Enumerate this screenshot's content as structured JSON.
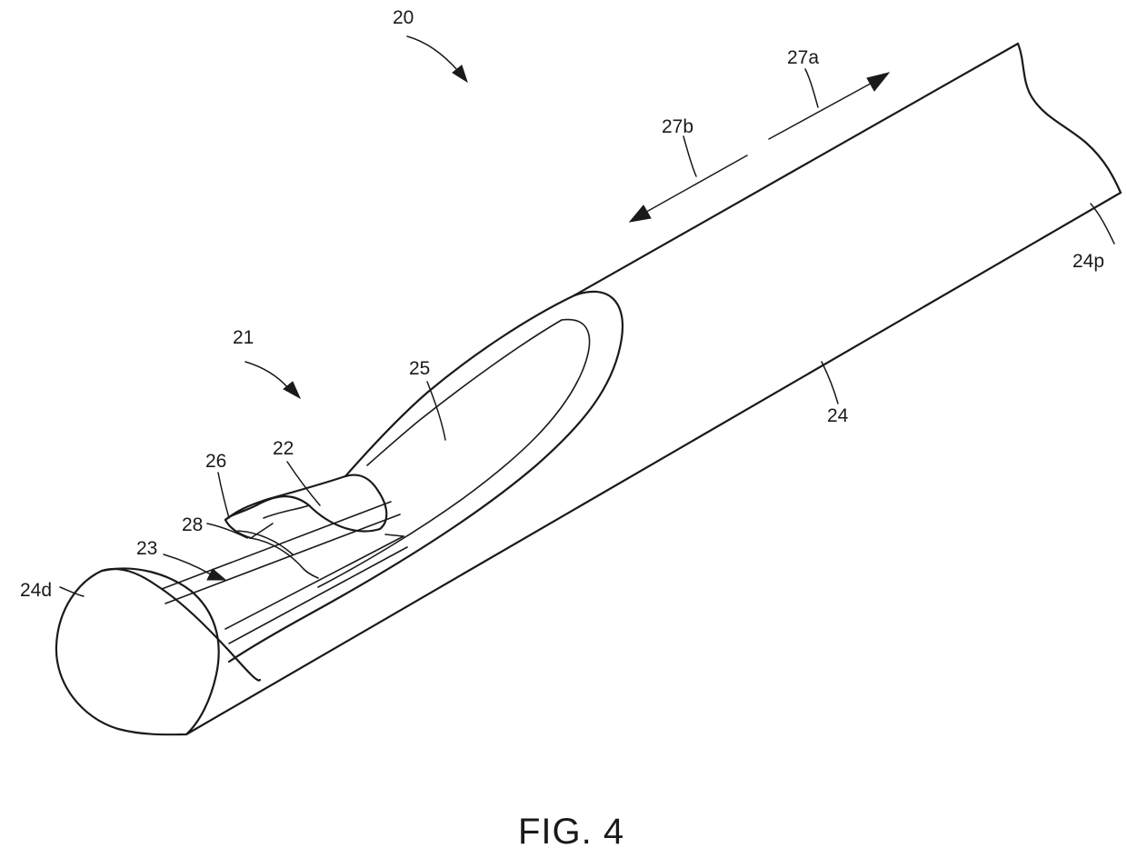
{
  "figure": {
    "caption": "FIG. 4",
    "labels": {
      "l20": "20",
      "l21": "21",
      "l22": "22",
      "l23": "23",
      "l24": "24",
      "l24d": "24d",
      "l24p": "24p",
      "l25": "25",
      "l26": "26",
      "l27a": "27a",
      "l27b": "27b",
      "l28": "28"
    }
  }
}
